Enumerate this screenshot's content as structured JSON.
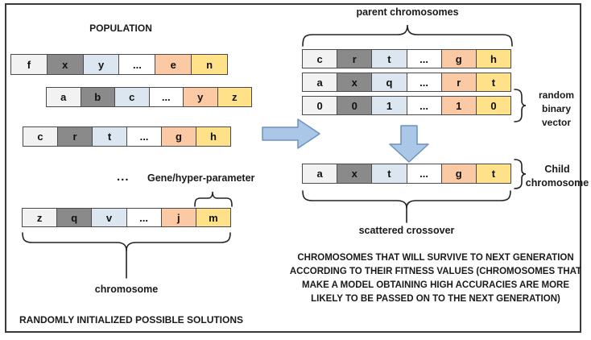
{
  "population": {
    "title": "POPULATION",
    "rows": [
      {
        "cells": [
          "f",
          "x",
          "y",
          "...",
          "e",
          "n"
        ]
      },
      {
        "cells": [
          "a",
          "b",
          "c",
          "...",
          "y",
          "z"
        ]
      },
      {
        "cells": [
          "c",
          "r",
          "t",
          "...",
          "g",
          "h"
        ]
      }
    ],
    "more_ellipsis": "...",
    "footer": "RANDOMLY INITIALIZED POSSIBLE SOLUTIONS"
  },
  "bottom_chromosome": {
    "cells": [
      "z",
      "q",
      "v",
      "...",
      "j",
      "m"
    ],
    "gene_label": "Gene/hyper-parameter",
    "brace_label": "chromosome"
  },
  "crossover": {
    "parent_label": "parent chromosomes",
    "parents": [
      {
        "cells": [
          "c",
          "r",
          "t",
          "...",
          "g",
          "h"
        ]
      },
      {
        "cells": [
          "a",
          "x",
          "q",
          "...",
          "r",
          "t"
        ]
      }
    ],
    "binary_vector": {
      "cells": [
        "0",
        "0",
        "1",
        "...",
        "1",
        "0"
      ],
      "label": "random binary vector"
    },
    "child": {
      "cells": [
        "a",
        "x",
        "t",
        "...",
        "g",
        "t"
      ],
      "label": "Child chromosome"
    },
    "scatter_label": "scattered crossover"
  },
  "footer_note": "CHROMOSOMES THAT WILL SURVIVE TO NEXT GENERATION ACCORDING TO THEIR FITNESS VALUES (CHROMOSOMES THAT MAKE A MODEL OBTAINING HIGH ACCURACIES ARE MORE LIKELY TO BE PASSED ON TO THE NEXT GENERATION)",
  "icons": {
    "flow_arrow_right": "block-arrow-right",
    "flow_arrow_down": "block-arrow-down"
  },
  "colors": {
    "cell_light_gray": "#f2f2f2",
    "cell_dark_gray": "#8a8a8a",
    "cell_light_blue": "#dce6f0",
    "cell_white": "#ffffff",
    "cell_peach": "#fbc9a3",
    "cell_yellow": "#fee189",
    "arrow_fill": "#aac7e8",
    "arrow_stroke": "#6c92bd",
    "frame_border": "#3a3a3a"
  }
}
